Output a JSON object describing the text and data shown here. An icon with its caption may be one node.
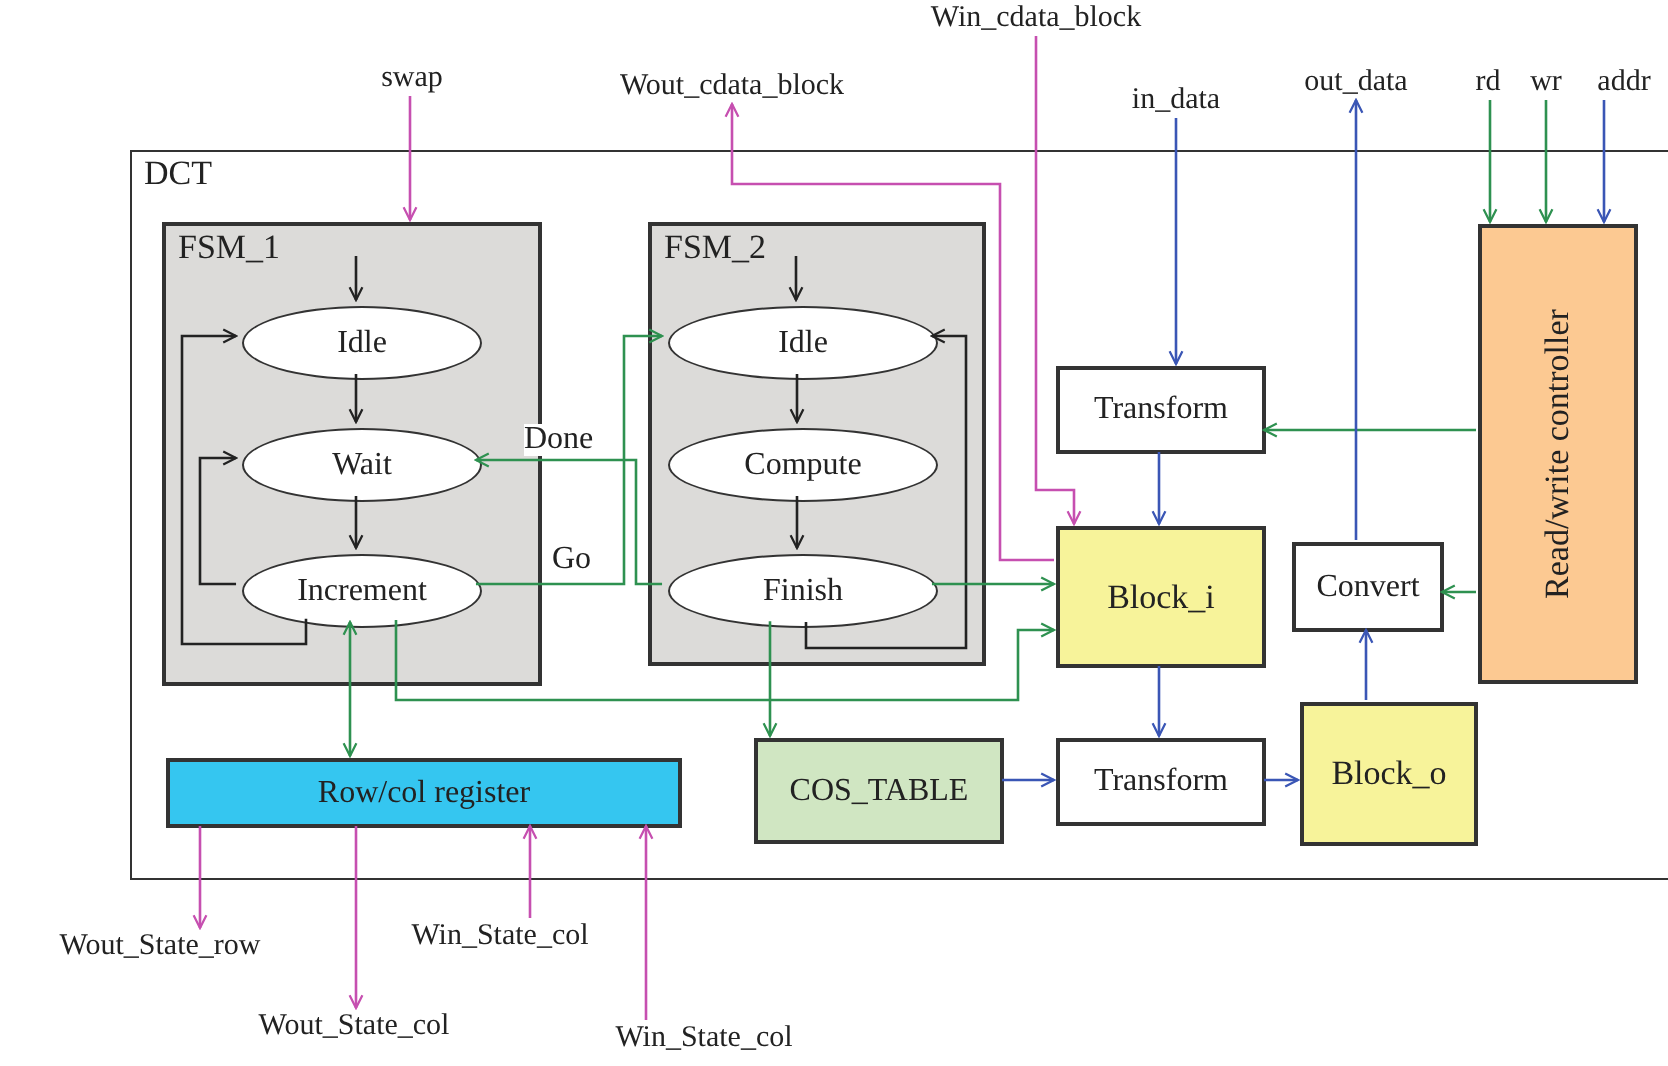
{
  "diagram": {
    "nodes": [
      {
        "text": [
          "DCT"
        ]
      },
      {
        "text": [
          "FSM_1"
        ],
        "in": 0
      },
      {
        "text": [
          "Idle"
        ],
        "in": 1
      },
      {
        "text": [
          "Wait"
        ],
        "in": 1
      },
      {
        "text": [
          "Increment"
        ],
        "in": 1
      },
      {
        "text": [
          "FSM_2"
        ],
        "in": 0
      },
      {
        "text": [
          "Idle"
        ],
        "in": 5
      },
      {
        "text": [
          "Compute"
        ],
        "in": 5
      },
      {
        "text": [
          "Finish"
        ],
        "in": 5
      },
      {
        "text": [
          "Transform"
        ],
        "in": 0
      },
      {
        "text": [
          "Block_i"
        ],
        "in": 0
      },
      {
        "text": [
          "Convert"
        ],
        "in": 0
      },
      {
        "text": [
          "Read/write controller"
        ],
        "in": 0
      },
      {
        "text": [
          "Row/col register"
        ],
        "in": 0
      },
      {
        "text": [
          "COS_TABLE"
        ],
        "in": 0
      },
      {
        "text": [
          "Transform"
        ],
        "in": 0
      },
      {
        "text": [
          "Block_o"
        ],
        "in": 0
      },
      {
        "text": [
          "swap"
        ]
      },
      {
        "text": [
          "Wout_cdata_block"
        ]
      },
      {
        "text": [
          "Win_cdata_block"
        ]
      },
      {
        "text": [
          "in_data"
        ]
      },
      {
        "text": [
          "out_data"
        ]
      },
      {
        "text": [
          "rd"
        ]
      },
      {
        "text": [
          "wr"
        ]
      },
      {
        "text": [
          "addr"
        ]
      },
      {
        "text": [
          "Wout_State_row"
        ]
      },
      {
        "text": [
          "Wout_State_col"
        ]
      },
      {
        "text": [
          "Win_State_col"
        ]
      },
      {
        "text": [
          "Win_State_col"
        ]
      }
    ],
    "edges": [
      {
        "from": null,
        "to": 2,
        "arrow": "to",
        "color": "#222222"
      },
      {
        "from": 2,
        "to": 3,
        "arrow": "to",
        "color": "#222222"
      },
      {
        "from": 3,
        "to": 4,
        "arrow": "to",
        "color": "#222222"
      },
      {
        "from": 4,
        "to": 2,
        "arrow": "to",
        "color": "#222222"
      },
      {
        "from": 4,
        "to": 3,
        "arrow": "to",
        "color": "#222222"
      },
      {
        "from": null,
        "to": 6,
        "arrow": "to",
        "color": "#222222"
      },
      {
        "from": 6,
        "to": 7,
        "arrow": "to",
        "color": "#222222"
      },
      {
        "from": 7,
        "to": 8,
        "arrow": "to",
        "color": "#222222"
      },
      {
        "from": 8,
        "to": 6,
        "arrow": "to",
        "color": "#222222"
      },
      {
        "from": 4,
        "to": 6,
        "arrow": "to",
        "label": "Go"
      },
      {
        "from": 8,
        "to": 3,
        "arrow": "to",
        "label": "Done"
      },
      {
        "from": 4,
        "to": 13,
        "arrow": "both"
      },
      {
        "from": 4,
        "to": 10,
        "arrow": "to"
      },
      {
        "from": 8,
        "to": 10,
        "arrow": "to"
      },
      {
        "from": 8,
        "to": 14,
        "arrow": "to"
      },
      {
        "from": 12,
        "to": 9,
        "arrow": "to"
      },
      {
        "from": 12,
        "to": 11,
        "arrow": "to"
      },
      {
        "from": 17,
        "to": 1,
        "arrow": "to",
        "color": "#c64fb0"
      },
      {
        "from": 10,
        "to": 18,
        "arrow": "to",
        "color": "#c64fb0"
      },
      {
        "from": 19,
        "to": 10,
        "arrow": "to",
        "color": "#c64fb0"
      },
      {
        "from": 20,
        "to": 9,
        "arrow": "to",
        "color": "#3a56b5"
      },
      {
        "from": 9,
        "to": 10,
        "arrow": "to",
        "color": "#3a56b5"
      },
      {
        "from": 10,
        "to": 15,
        "arrow": "to",
        "color": "#3a56b5"
      },
      {
        "from": 14,
        "to": 15,
        "arrow": "to",
        "color": "#3a56b5"
      },
      {
        "from": 15,
        "to": 16,
        "arrow": "to",
        "color": "#3a56b5"
      },
      {
        "from": 16,
        "to": 11,
        "arrow": "to",
        "color": "#3a56b5"
      },
      {
        "from": 11,
        "to": 21,
        "arrow": "to",
        "color": "#3a56b5"
      },
      {
        "from": 22,
        "to": 12,
        "arrow": "to"
      },
      {
        "from": 23,
        "to": 12,
        "arrow": "to"
      },
      {
        "from": 24,
        "to": 12,
        "arrow": "to",
        "color": "#3a56b5"
      },
      {
        "from": 13,
        "to": 25,
        "arrow": "to",
        "color": "#c64fb0"
      },
      {
        "from": 13,
        "to": 26,
        "arrow": "to",
        "color": "#c64fb0"
      },
      {
        "from": 27,
        "to": 13,
        "arrow": "to",
        "color": "#c64fb0"
      },
      {
        "from": 28,
        "to": 13,
        "arrow": "to",
        "color": "#c64fb0"
      }
    ]
  }
}
